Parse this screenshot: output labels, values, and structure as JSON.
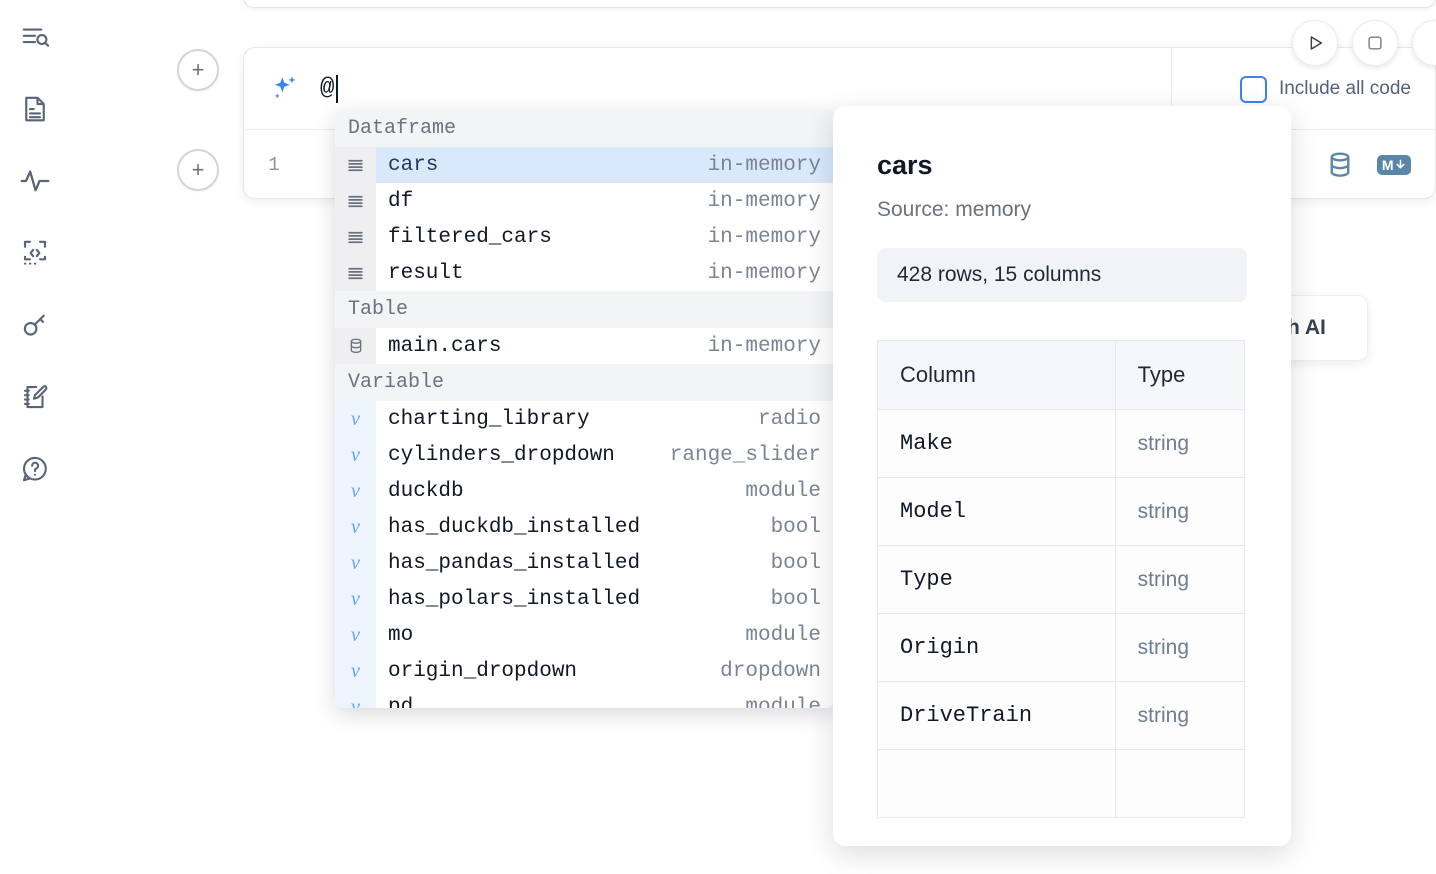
{
  "sidebar": {
    "items": [
      {
        "name": "outline-search-icon",
        "label": "Outline / search"
      },
      {
        "name": "document-icon",
        "label": "Notebook file"
      },
      {
        "name": "activity-pulse-icon",
        "label": "Runtime activity"
      },
      {
        "name": "code-snippet-icon",
        "label": "Snippets"
      },
      {
        "name": "key-icon",
        "label": "Secrets"
      },
      {
        "name": "scratchpad-edit-icon",
        "label": "Scratchpad"
      },
      {
        "name": "help-chat-icon",
        "label": "Help"
      }
    ]
  },
  "toolbar": {
    "run_label": "Run",
    "stop_label": "Stop",
    "include_all_code_label": "Include all code",
    "include_all_code_checked": false,
    "database_icon_label": "Add SQL cell",
    "markdown_icon_label": "Markdown",
    "markdown_badge_text": "M",
    "ai_pill_label": "h AI"
  },
  "cell": {
    "ai_prompt_value": "@",
    "line_number": "1",
    "add_cell_label": "+"
  },
  "autocomplete": {
    "sections": [
      {
        "title": "Dataframe",
        "items": [
          {
            "icon": "dataframe-icon",
            "name": "cars",
            "meta": "in-memory",
            "selected": true
          },
          {
            "icon": "dataframe-icon",
            "name": "df",
            "meta": "in-memory",
            "selected": false
          },
          {
            "icon": "dataframe-icon",
            "name": "filtered_cars",
            "meta": "in-memory",
            "selected": false
          },
          {
            "icon": "dataframe-icon",
            "name": "result",
            "meta": "in-memory",
            "selected": false
          }
        ]
      },
      {
        "title": "Table",
        "items": [
          {
            "icon": "table-database-icon",
            "name": "main.cars",
            "meta": "in-memory",
            "selected": false
          }
        ]
      },
      {
        "title": "Variable",
        "items": [
          {
            "icon": "variable-icon",
            "name": "charting_library",
            "meta": "radio",
            "selected": false
          },
          {
            "icon": "variable-icon",
            "name": "cylinders_dropdown",
            "meta": "range_slider",
            "selected": false
          },
          {
            "icon": "variable-icon",
            "name": "duckdb",
            "meta": "module",
            "selected": false
          },
          {
            "icon": "variable-icon",
            "name": "has_duckdb_installed",
            "meta": "bool",
            "selected": false
          },
          {
            "icon": "variable-icon",
            "name": "has_pandas_installed",
            "meta": "bool",
            "selected": false
          },
          {
            "icon": "variable-icon",
            "name": "has_polars_installed",
            "meta": "bool",
            "selected": false
          },
          {
            "icon": "variable-icon",
            "name": "mo",
            "meta": "module",
            "selected": false
          },
          {
            "icon": "variable-icon",
            "name": "origin_dropdown",
            "meta": "dropdown",
            "selected": false
          },
          {
            "icon": "variable-icon",
            "name": "pd",
            "meta": "module",
            "selected": false
          }
        ]
      }
    ]
  },
  "info_panel": {
    "title": "cars",
    "source": "Source: memory",
    "shape": "428 rows, 15 columns",
    "table": {
      "headers": [
        "Column",
        "Type"
      ],
      "rows": [
        {
          "column": "Make",
          "type": "string"
        },
        {
          "column": "Model",
          "type": "string"
        },
        {
          "column": "Type",
          "type": "string"
        },
        {
          "column": "Origin",
          "type": "string"
        },
        {
          "column": "DriveTrain",
          "type": "string"
        },
        {
          "column": "",
          "type": ""
        }
      ]
    }
  },
  "colors": {
    "accent_blue": "#3b82f6",
    "selected_row": "#d9e8fb",
    "section_header_bg": "#f3f4f6",
    "icon_gutter": "#efeff1",
    "steel_blue": "#5a87a8",
    "text_primary": "#111827",
    "text_muted": "#7b8496"
  }
}
